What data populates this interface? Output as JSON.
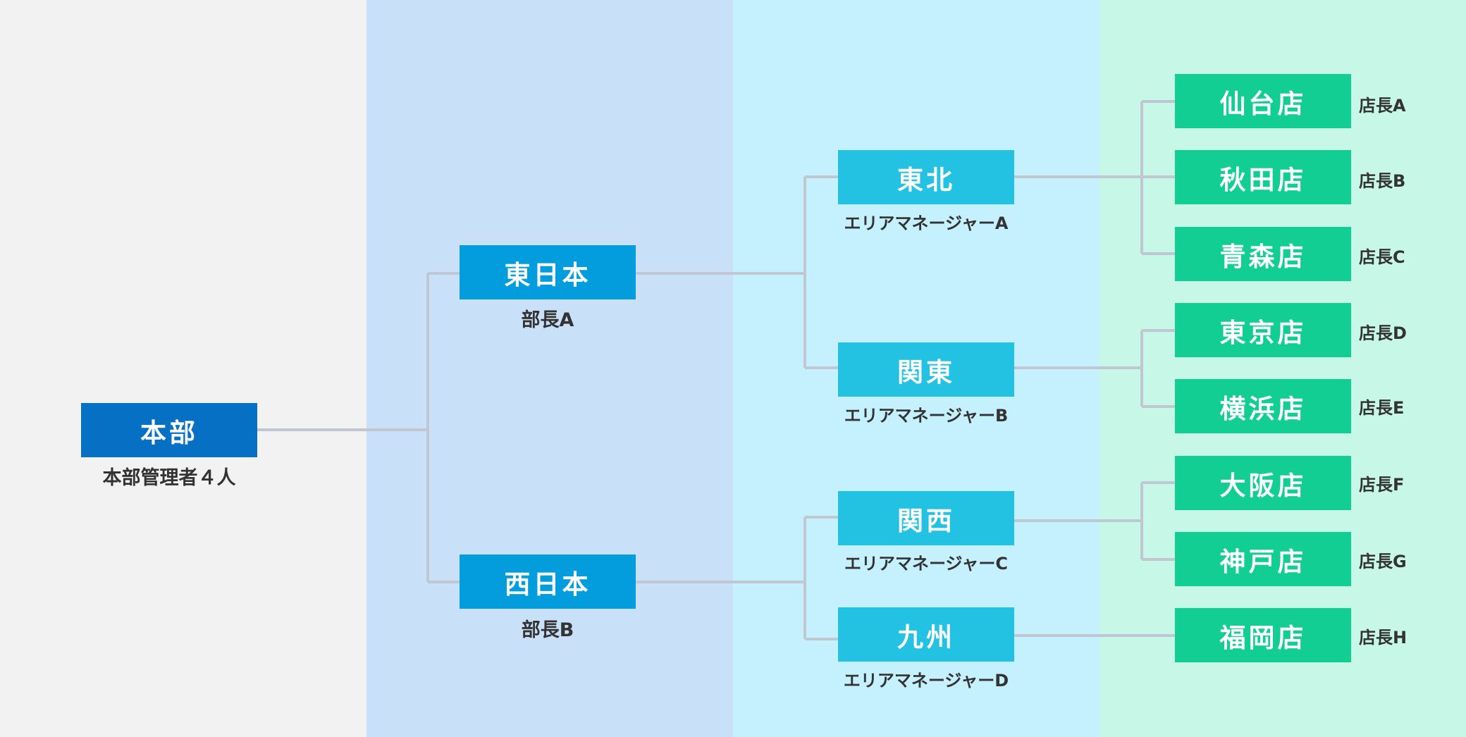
{
  "hq": {
    "name": "本部",
    "caption": "本部管理者４人"
  },
  "regions": [
    {
      "name": "東日本",
      "caption": "部長A"
    },
    {
      "name": "西日本",
      "caption": "部長B"
    }
  ],
  "areas": [
    {
      "name": "東北",
      "caption": "エリアマネージャーA"
    },
    {
      "name": "関東",
      "caption": "エリアマネージャーB"
    },
    {
      "name": "関西",
      "caption": "エリアマネージャーC"
    },
    {
      "name": "九州",
      "caption": "エリアマネージャーD"
    }
  ],
  "stores": [
    {
      "name": "仙台店",
      "caption": "店長A"
    },
    {
      "name": "秋田店",
      "caption": "店長B"
    },
    {
      "name": "青森店",
      "caption": "店長C"
    },
    {
      "name": "東京店",
      "caption": "店長D"
    },
    {
      "name": "横浜店",
      "caption": "店長E"
    },
    {
      "name": "大阪店",
      "caption": "店長F"
    },
    {
      "name": "神戸店",
      "caption": "店長G"
    },
    {
      "name": "福岡店",
      "caption": "店長H"
    }
  ],
  "colors": {
    "hq": "#0570c4",
    "region": "#039ddd",
    "area": "#23c2e2",
    "store": "#12ce93",
    "connector": "#c0c7d0"
  }
}
